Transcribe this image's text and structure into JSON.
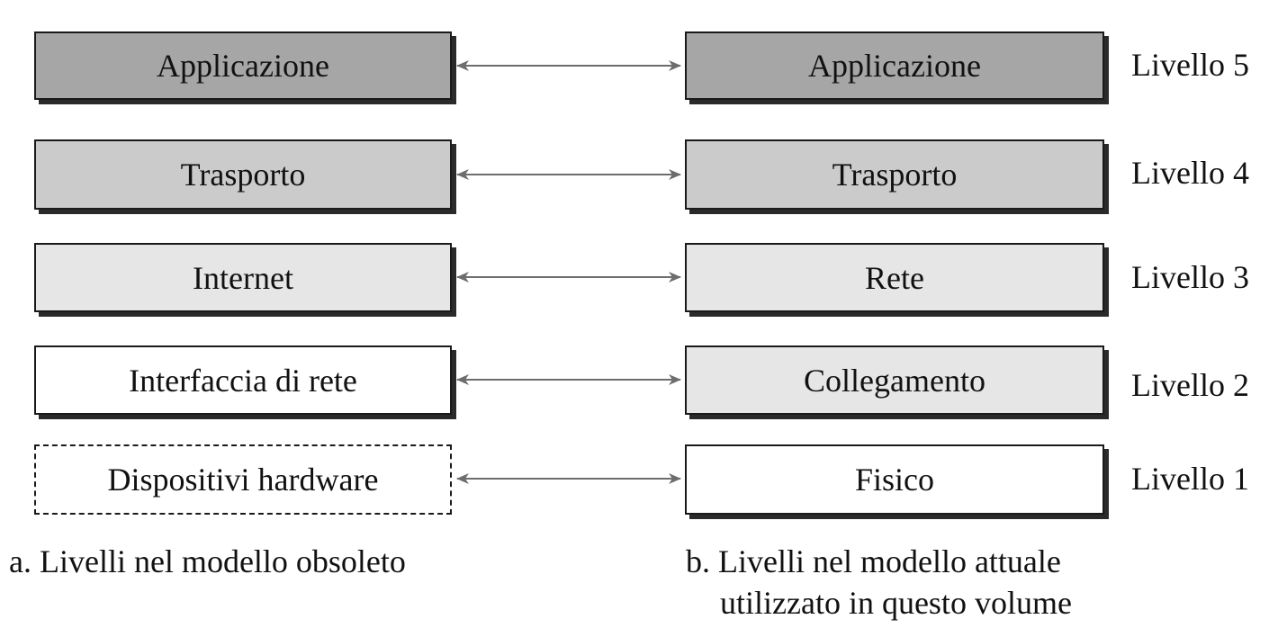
{
  "colors": {
    "dark": "#a6a6a6",
    "medium": "#cbcbcb",
    "light": "#e6e6e6",
    "white": "#ffffff",
    "arrow": "#6d6d6d"
  },
  "left_column": {
    "layers": [
      {
        "label": "Applicazione",
        "fill": "dark"
      },
      {
        "label": "Trasporto",
        "fill": "medium"
      },
      {
        "label": "Internet",
        "fill": "light"
      },
      {
        "label": "Interfaccia di rete",
        "fill": "white"
      },
      {
        "label": "Dispositivi hardware",
        "fill": "white",
        "border": "dashed"
      }
    ],
    "caption": "a. Livelli nel modello obsoleto"
  },
  "right_column": {
    "layers": [
      {
        "label": "Applicazione",
        "fill": "dark",
        "level": "Livello 5"
      },
      {
        "label": "Trasporto",
        "fill": "medium",
        "level": "Livello 4"
      },
      {
        "label": "Rete",
        "fill": "light",
        "level": "Livello 3"
      },
      {
        "label": "Collegamento",
        "fill": "light",
        "level": "Livello 2"
      },
      {
        "label": "Fisico",
        "fill": "white",
        "level": "Livello 1"
      }
    ],
    "caption_line1": "b. Livelli nel modello attuale",
    "caption_line2": "utilizzato in questo volume"
  }
}
